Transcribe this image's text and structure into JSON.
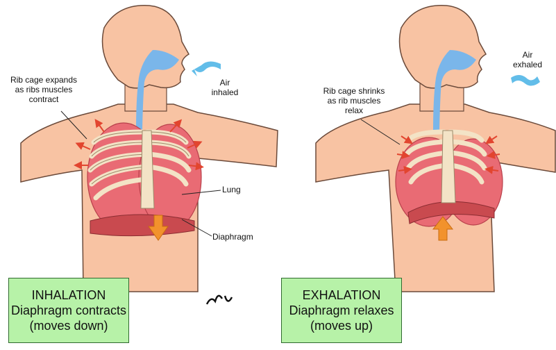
{
  "colors": {
    "skin": "#f8c3a3",
    "skin_outline": "#6b4a3a",
    "airway": "#7ab6ea",
    "lung": "#e96b74",
    "lung_dark": "#c9444f",
    "diaphragm": "#c94a4f",
    "ribs": "#f3e3c6",
    "arrow_red": "#e2452f",
    "arrow_orange": "#f2922c",
    "air_blue": "#62bde9",
    "caption_bg": "#b7f2a8"
  },
  "left": {
    "rib_label": [
      "Rib cage expands",
      "as ribs muscles",
      "contract"
    ],
    "air_label": [
      "Air",
      "inhaled"
    ],
    "lung_label": "Lung",
    "diaphragm_label": "Diaphragm",
    "caption": [
      "INHALATION",
      "Diaphragm contracts",
      "(moves down)"
    ]
  },
  "right": {
    "rib_label": [
      "Rib cage shrinks",
      "as rib muscles",
      "relax"
    ],
    "air_label": [
      "Air",
      "exhaled"
    ],
    "caption": [
      "EXHALATION",
      "Diaphragm relaxes",
      "(moves up)"
    ]
  }
}
